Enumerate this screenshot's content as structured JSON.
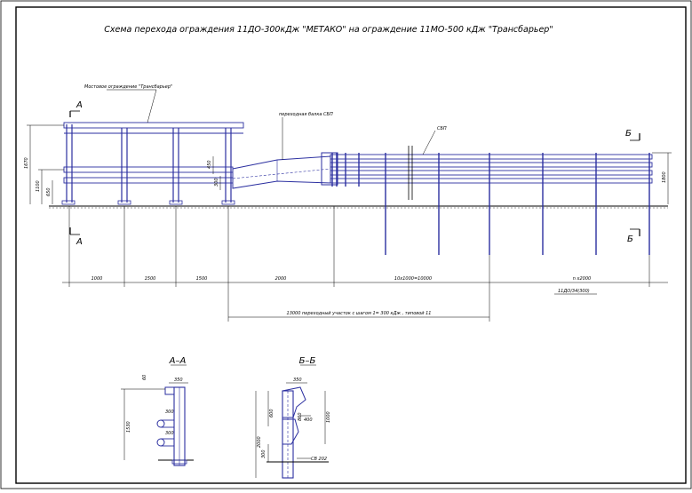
{
  "title": "Схема перехода ограждения 11ДО-300кДж \"МЕТАКО\"  на ограждение 11МО-500 кДж \"Трансбарьер\"",
  "callouts": {
    "left_barrier": "Мостовое ограждение \"Трансбарьер\"",
    "transition_beam": "переходная балка СБП",
    "right_beam": "СБП"
  },
  "section_marks": {
    "a": "А",
    "b": "Б"
  },
  "dimensions": {
    "h_total": "1670",
    "h_mid": "1100",
    "h_low": "650",
    "h_gap": "450",
    "h_small": "300",
    "h_right": "1800",
    "span1": "1000",
    "span2": "1500",
    "span3": "1500",
    "span4": "2000",
    "span5": "10х1000=10000",
    "span6": "n х2000",
    "overall": "13000  переходный участок  с шагом 1= 300 кДж , типовой 11"
  },
  "system_label": "11ДО/34(300)",
  "section_views": {
    "aa": {
      "title": "А–А",
      "dims": {
        "top": "350",
        "side": "60",
        "mid": "300",
        "low": "300",
        "height": "1530"
      }
    },
    "bb": {
      "title": "Б–Б",
      "dims": {
        "top": "350",
        "height": "2000",
        "upper": "600",
        "right": "1000",
        "mid": "860",
        "post": "400",
        "base": "300",
        "footer": "СВ 202"
      }
    }
  }
}
